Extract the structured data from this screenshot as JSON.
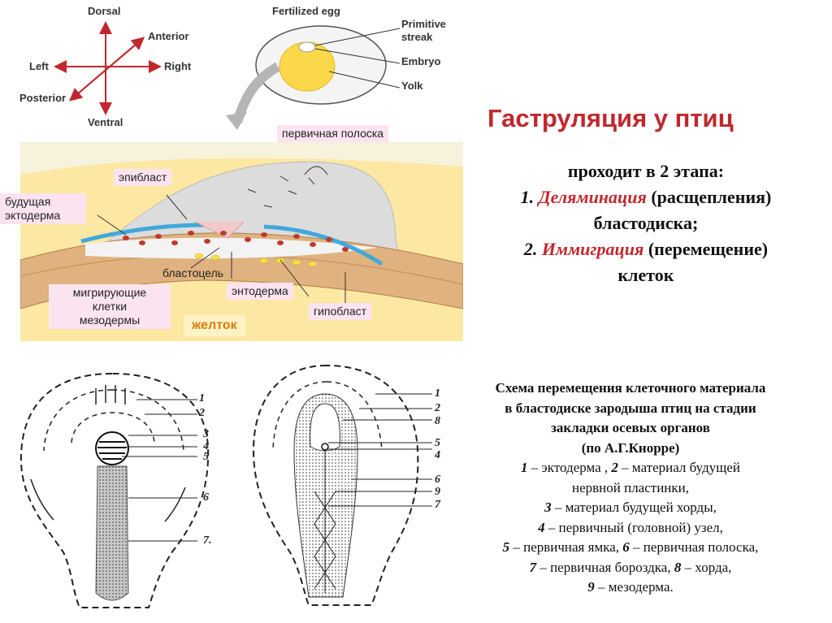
{
  "axes": {
    "dorsal": "Dorsal",
    "anterior": "Anterior",
    "left": "Left",
    "right": "Right",
    "posterior": "Posterior",
    "ventral": "Ventral"
  },
  "egg": {
    "fertilized_egg": "Fertilized egg",
    "primitive": "Primitive",
    "streak": "streak",
    "embryo": "Embryo",
    "yolk": "Yolk"
  },
  "section_labels": {
    "primary_streak": "первичная полоска",
    "epiblast": "эпибласт",
    "future_ectoderm_1": "будущая",
    "future_ectoderm_2": "эктодерма",
    "blastocoel": "бластоцель",
    "migrating_1": "мигрирующие",
    "migrating_2": "клетки",
    "migrating_3": "мезодермы",
    "endoderm": "энтодерма",
    "hypoblast": "гипобласт",
    "yolk": "желток"
  },
  "title": "Гаструляция у птиц",
  "intro": {
    "line1": "проходит в 2 этапа:",
    "n1": "1.",
    "term1": "Деляминация",
    "rest1": "(расщепления)",
    "line3": "бластодиска;",
    "n2": "2.",
    "term2": "Иммиграция",
    "rest2": "(перемещение)",
    "line5": "клеток"
  },
  "scheme": {
    "heading": [
      "Схема перемещения клеточного материала",
      "в бластодиске зародыша птиц на стадии",
      "закладки осевых органов",
      "(по А.Г.Кнорре)"
    ],
    "legend": [
      {
        "num": "1",
        "text": " – эктодерма , "
      },
      {
        "num": "2",
        "text": " – материал будущей"
      },
      {
        "num": "",
        "text": "нервной пластинки,"
      },
      {
        "num": "3",
        "text": " – материал будущей хорды,"
      },
      {
        "num": "4",
        "text": " – первичный (головной) узел,"
      },
      {
        "num": "5",
        "text": " – первичная ямка, "
      },
      {
        "num": "6",
        "text": " – первичная полоска,"
      },
      {
        "num": "7",
        "text": " – первичная бороздка, "
      },
      {
        "num": "8",
        "text": " – хорда,"
      },
      {
        "num": "9",
        "text": " – мезодерма."
      }
    ]
  },
  "fig_left_numbers": [
    "1",
    "2",
    "3",
    "4",
    "5",
    "6",
    "7."
  ],
  "fig_right_numbers": [
    "1",
    "2",
    "8",
    "5",
    "4",
    "6",
    "9",
    "7"
  ],
  "colors": {
    "title_red": "#c0282d",
    "label_pink": "#fbe3f0",
    "yolk_yellow": "#fce8a3",
    "blastoderm_pink": "#f2c9c9",
    "ectoderm_blue": "#3fa9db",
    "mesoderm_red": "#c0392b"
  }
}
